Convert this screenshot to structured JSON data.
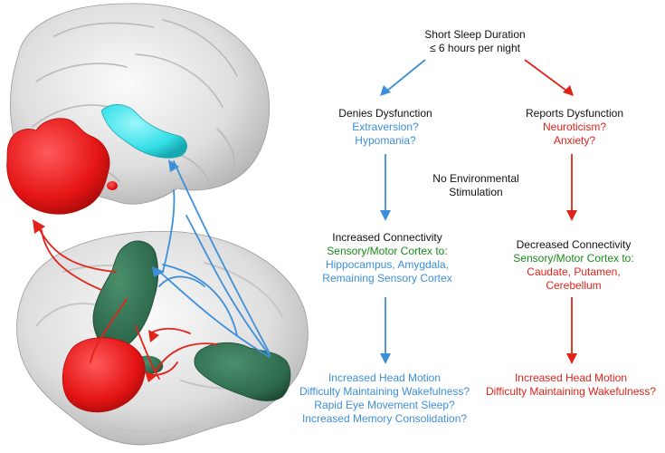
{
  "colors": {
    "blue": "#3d8fd9",
    "red": "#e2231a",
    "green_text": "#1a8a1a",
    "brain_green": "#2f6b4f",
    "brain_red": "#ee1c1c",
    "brain_cyan": "#35e0e8",
    "brain_gray": "#d9d9d9"
  },
  "top": {
    "line1": "Short Sleep Duration",
    "line2": "≤ 6 hours per night"
  },
  "left_branch": {
    "heading": "Denies Dysfunction",
    "traits": [
      "Extraversion?",
      "Hypomania?"
    ],
    "connectivity_title": "Increased Connectivity",
    "connectivity_source": "Sensory/Motor Cortex to:",
    "connectivity_targets": [
      "Hippocampus, Amygdala,",
      "Remaining Sensory Cortex"
    ],
    "outcomes": [
      "Increased Head Motion",
      "Difficulty Maintaining Wakefulness?",
      "Rapid Eye Movement Sleep?",
      "Increased Memory Consolidation?"
    ]
  },
  "right_branch": {
    "heading": "Reports Dysfunction",
    "traits": [
      "Neuroticism?",
      "Anxiety?"
    ],
    "connectivity_title": "Decreased Connectivity",
    "connectivity_source": "Sensory/Motor Cortex to:",
    "connectivity_targets": [
      "Caudate, Putamen,",
      "Cerebellum"
    ],
    "outcomes": [
      "Increased Head Motion",
      "Difficulty Maintaining Wakefulness?"
    ]
  },
  "middle": {
    "lines": [
      "No Environmental",
      "Stimulation"
    ]
  },
  "icons": {
    "upper_brain": "brain-medial-view-icon",
    "lower_brain": "brain-inflated-view-icon"
  }
}
